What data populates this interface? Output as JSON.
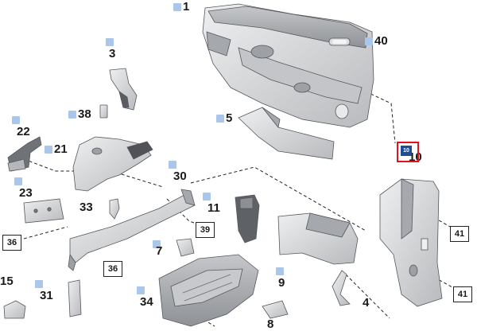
{
  "diagram": {
    "callouts": [
      {
        "id": "p1",
        "label": "1"
      },
      {
        "id": "p40",
        "label": "40"
      },
      {
        "id": "p3",
        "label": "3"
      },
      {
        "id": "p38",
        "label": "38"
      },
      {
        "id": "p5",
        "label": "5"
      },
      {
        "id": "p22",
        "label": "22"
      },
      {
        "id": "p21",
        "label": "21"
      },
      {
        "id": "p30",
        "label": "30"
      },
      {
        "id": "p23",
        "label": "23"
      },
      {
        "id": "p33",
        "label": "33"
      },
      {
        "id": "p11",
        "label": "11"
      },
      {
        "id": "p7",
        "label": "7"
      },
      {
        "id": "p9",
        "label": "9"
      },
      {
        "id": "p15",
        "label": "15"
      },
      {
        "id": "p31",
        "label": "31"
      },
      {
        "id": "p34",
        "label": "34"
      },
      {
        "id": "p4",
        "label": "4"
      },
      {
        "id": "p8",
        "label": "8"
      },
      {
        "id": "p10",
        "label": "10"
      }
    ],
    "boxed_refs": [
      {
        "id": "b36a",
        "label": "36"
      },
      {
        "id": "b36b",
        "label": "36"
      },
      {
        "id": "b39",
        "label": "39"
      },
      {
        "id": "b41a",
        "label": "41"
      },
      {
        "id": "b41b",
        "label": "41"
      }
    ],
    "highlight_label": "10",
    "colors": {
      "part_fill": "#d9dadc",
      "part_dark": "#a9abae",
      "part_stroke": "#55585c",
      "highlight": "#e0141e",
      "tag": "#aac6ea"
    }
  }
}
